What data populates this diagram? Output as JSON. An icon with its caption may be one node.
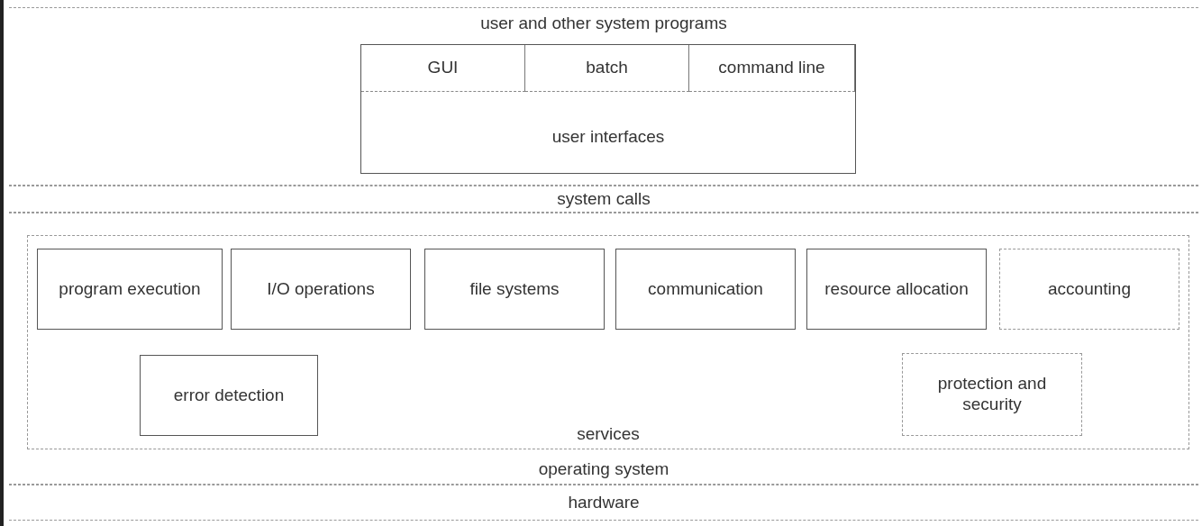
{
  "diagram": {
    "nodes": [
      {
        "text": [
          "user and other system programs"
        ]
      },
      {
        "text": [
          "user interfaces"
        ],
        "in": 0
      },
      {
        "text": [
          "GUI"
        ],
        "in": 1
      },
      {
        "text": [
          "batch"
        ],
        "in": 1
      },
      {
        "text": [
          "command line"
        ],
        "in": 1
      },
      {
        "text": [
          "system calls"
        ]
      },
      {
        "text": [
          "operating system"
        ]
      },
      {
        "text": [
          "services"
        ],
        "in": 6
      },
      {
        "text": [
          "program execution"
        ],
        "in": 7
      },
      {
        "text": [
          "I/O operations"
        ],
        "in": 7
      },
      {
        "text": [
          "file systems"
        ],
        "in": 7
      },
      {
        "text": [
          "communication"
        ],
        "in": 7
      },
      {
        "text": [
          "resource allocation"
        ],
        "in": 7
      },
      {
        "text": [
          "accounting"
        ],
        "in": 7
      },
      {
        "text": [
          "error detection"
        ],
        "in": 7
      },
      {
        "text": [
          "protection and security"
        ],
        "in": 7
      },
      {
        "text": [
          "hardware"
        ]
      }
    ]
  }
}
